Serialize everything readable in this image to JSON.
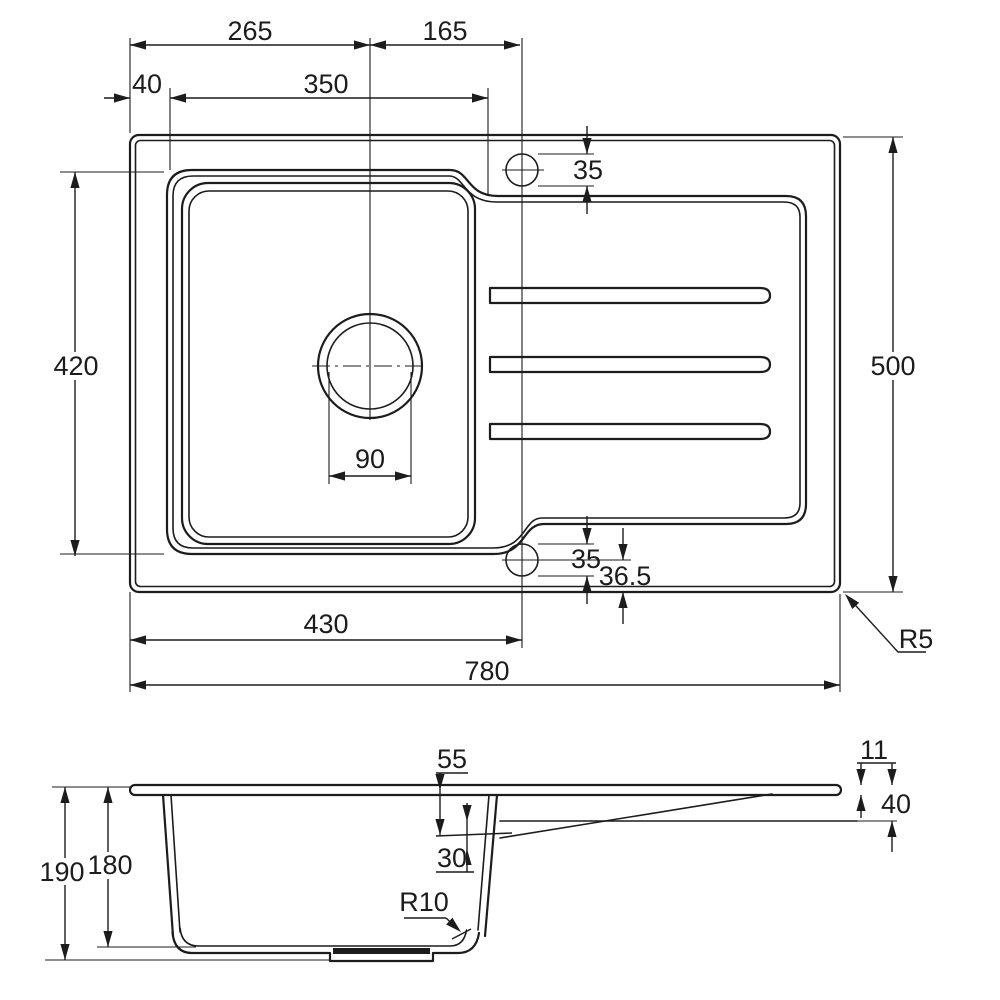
{
  "drawing_type": "sink-technical-drawing",
  "colors": {
    "line": "#1c1c1c",
    "background": "#ffffff"
  },
  "dimensions": {
    "top": {
      "left_edge_to_drain": "265",
      "drain_to_tap": "165",
      "rim_offset": "40",
      "bowl_rim_width": "350",
      "tap_hole_diameter": "35",
      "bowl_rim_length": "420",
      "overall_depth": "500",
      "drain_diameter": "90",
      "tap_hole_diameter_bottom": "35",
      "tap_center_to_edge": "36.5",
      "edge_to_tap_center": "430",
      "overall_width": "780",
      "corner_radius": "R5"
    },
    "side": {
      "drainer_recess": "55",
      "rim_thickness": "11",
      "edge_height": "40",
      "overall_height": "190",
      "bowl_depth": "180",
      "channel_depth": "30",
      "bottom_corner_radius": "R10"
    }
  }
}
